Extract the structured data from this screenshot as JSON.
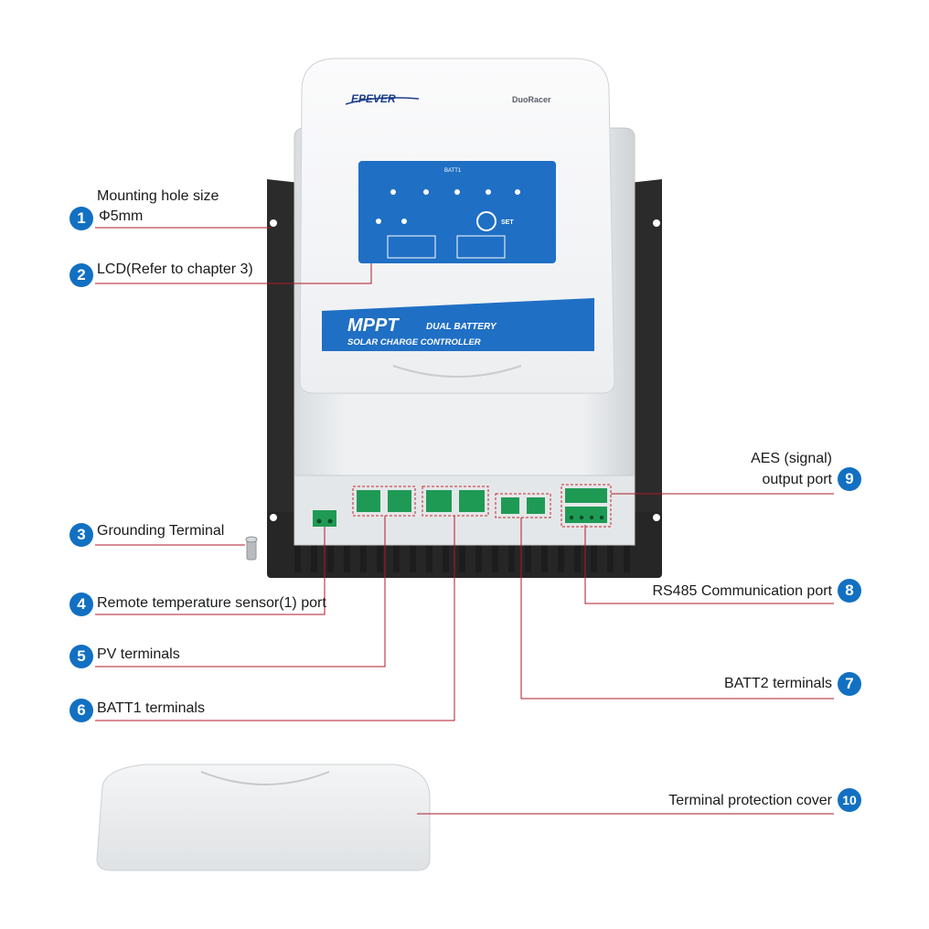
{
  "device": {
    "brand": "EPEVER",
    "model": "DuoRacer",
    "product_line1_big": "MPPT",
    "product_line1_small": "DUAL BATTERY",
    "product_line2": "SOLAR CHARGE CONTROLLER",
    "panel_header": "BATT1",
    "set_button": "SET"
  },
  "callouts": [
    {
      "number": "1",
      "label_line1": "Mounting hole size",
      "label_line2": "Φ5mm"
    },
    {
      "number": "2",
      "label": "LCD(Refer to chapter 3)"
    },
    {
      "number": "3",
      "label": "Grounding Terminal"
    },
    {
      "number": "4",
      "label": "Remote temperature sensor(1) port"
    },
    {
      "number": "5",
      "label": "PV terminals"
    },
    {
      "number": "6",
      "label": "BATT1 terminals"
    },
    {
      "number": "7",
      "label": "BATT2 terminals"
    },
    {
      "number": "8",
      "label": "RS485 Communication port"
    },
    {
      "number": "9",
      "label_line1": "AES (signal)",
      "label_line2": "output port"
    },
    {
      "number": "10",
      "label": "Terminal protection cover"
    }
  ],
  "colors": {
    "callout_badge": "#1270c2",
    "leader_line": "#b0182a",
    "panel_blue": "#1f6fc4",
    "terminal_green": "#1f9a55",
    "heatsink": "#2a2a2a"
  }
}
